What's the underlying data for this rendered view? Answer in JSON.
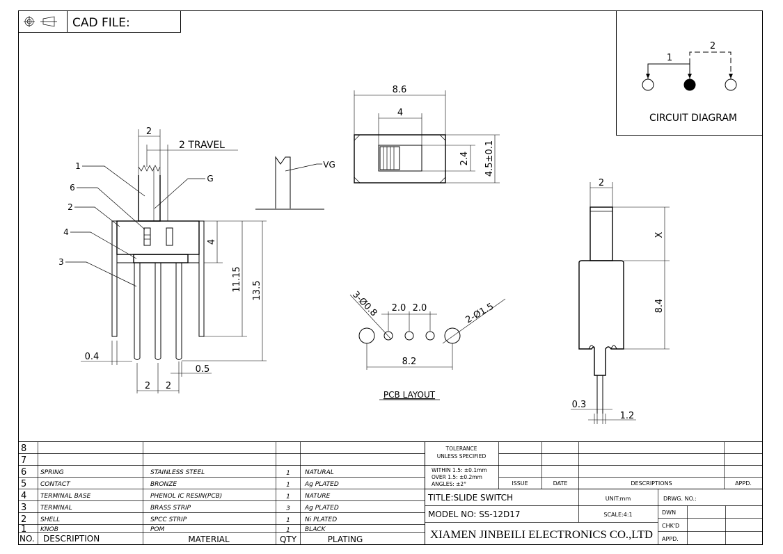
{
  "header": {
    "cad_label": "CAD FILE:",
    "projection_icon": "third-angle-projection-icon"
  },
  "side_view": {
    "dim_knob_width": "2",
    "dim_travel": "2 TRAVEL",
    "label_g": "G",
    "label_vg": "VG",
    "dim_4": "4",
    "dim_11_15": "11.15",
    "dim_13_5": "13.5",
    "dim_0_4": "0.4",
    "dim_0_5": "0.5",
    "dim_pitch_a": "2",
    "dim_pitch_b": "2",
    "callouts": [
      "1",
      "6",
      "2",
      "4",
      "3"
    ]
  },
  "top_view": {
    "dim_8_6": "8.6",
    "dim_4": "4",
    "dim_2_4": "2.4",
    "dim_4_5": "4.5±0.1"
  },
  "pcb_layout": {
    "title": "PCB LAYOUT",
    "hole_small": "3-Ø0.8",
    "hole_large": "2-Ø1.5",
    "pitch_a": "2.0",
    "pitch_b": "2.0",
    "span": "8.2"
  },
  "end_view": {
    "dim_2": "2",
    "dim_x": "X",
    "dim_8_4": "8.4",
    "dim_0_3": "0.3",
    "dim_1_2": "1.2"
  },
  "circuit": {
    "title": "CIRCUIT DIAGRAM",
    "pos_1": "1",
    "pos_2": "2"
  },
  "bom": {
    "header": {
      "no": "NO.",
      "description": "DESCRIPTION",
      "material": "MATERIAL",
      "qty": "QTY",
      "plating": "PLATING"
    },
    "rows": [
      {
        "no": "8",
        "description": "",
        "material": "",
        "qty": "",
        "plating": ""
      },
      {
        "no": "7",
        "description": "",
        "material": "",
        "qty": "",
        "plating": ""
      },
      {
        "no": "6",
        "description": "SPRING",
        "material": "STAINLESS STEEL",
        "qty": "1",
        "plating": "NATURAL"
      },
      {
        "no": "5",
        "description": "CONTACT",
        "material": "BRONZE",
        "qty": "1",
        "plating": "Ag PLATED"
      },
      {
        "no": "4",
        "description": "TERMINAL BASE",
        "material": "PHENOL IC RESIN(PCB)",
        "qty": "1",
        "plating": "NATURE"
      },
      {
        "no": "3",
        "description": "TERMINAL",
        "material": "BRASS STRIP",
        "qty": "3",
        "plating": "Ag PLATED"
      },
      {
        "no": "2",
        "description": "SHELL",
        "material": "SPCC STRIP",
        "qty": "1",
        "plating": "Ni PLATED"
      },
      {
        "no": "1",
        "description": "KNOB",
        "material": "POM",
        "qty": "1",
        "plating": "BLACK"
      }
    ]
  },
  "title_block": {
    "tolerance_title_1": "TOLERANCE",
    "tolerance_title_2": "UNLESS SPECIFIED",
    "tol_line_1": "WITHIN 1.5: ±0.1mm",
    "tol_line_2": "OVER 1.5: ±0.2mm",
    "tol_line_3": "ANGLES: ±2°",
    "issue": "ISSUE",
    "date": "DATE",
    "descriptions": "DESCRIPTIONS",
    "appd_col": "APPD.",
    "title": "TITLE:SLIDE SWITCH",
    "unit": "UNIT:mm",
    "drwg_no": "DRWG. NO.:",
    "model": "MODEL NO: SS-12D17",
    "scale": "SCALE:4:1",
    "dwn": "DWN",
    "chkd": "CHK'D",
    "appd": "APPD.",
    "company": "XIAMEN JINBEILI ELECTRONICS CO.,LTD"
  }
}
